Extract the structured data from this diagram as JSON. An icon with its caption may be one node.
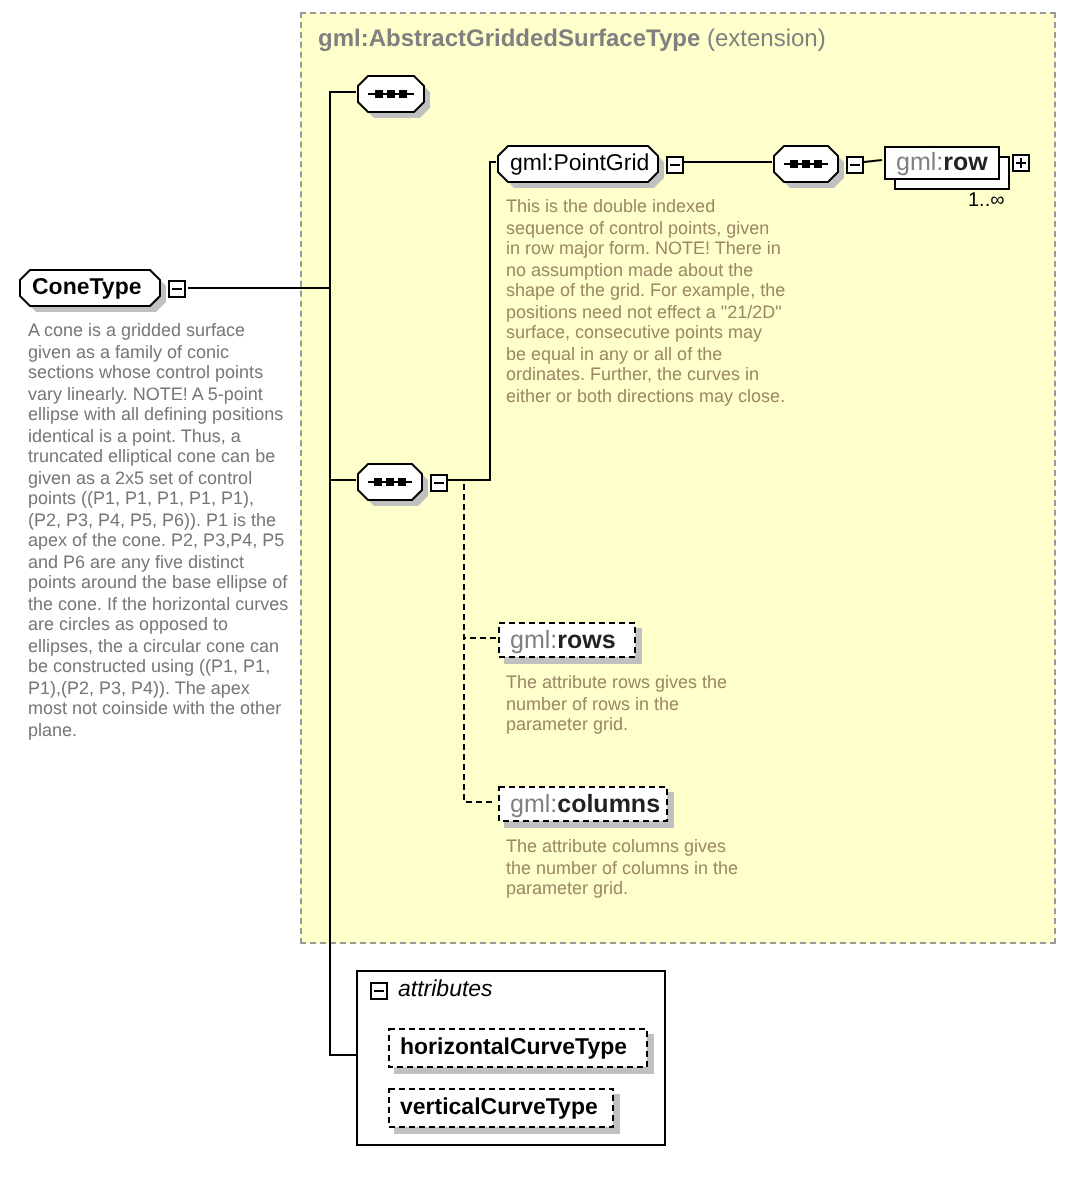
{
  "diagram": {
    "nodes": [
      {
        "text": [
          "ConeType"
        ],
        "beside": [
          "A cone is a gridded surface given as a family of conic sections whose control points vary linearly. NOTE! A 5-point ellipse with all defining positions identical is a point. Thus, a truncated elliptical cone can be given as a 2x5 set of control points ((P1, P1, P1, P1, P1), (P2, P3, P4, P5, P6)). P1 is the apex of the cone. P2, P3,P4, P5 and P6 are any five distinct points around the base ellipse of the cone. If the horizontal curves are circles as opposed to ellipses, the a circular cone can be constructed using ((P1, P1, P1),(P2, P3, P4)). The apex most not coinside with the other plane."
        ]
      },
      {
        "text": [
          "**gml:AbstractGriddedSurfaceType** (extension)"
        ]
      },
      {
        "text": [],
        "shape": "octagon",
        "in": 1
      },
      {
        "text": [],
        "shape": "octagon",
        "in": 1
      },
      {
        "text": [
          "gml:PointGrid"
        ],
        "in": 1,
        "beside": [
          "This is the double indexed sequence of control points, given in row major form. NOTE! There in no assumption made about the shape of the grid. For example, the positions need not effect a \"21/2D\" surface, consecutive points may be equal in any or all of the ordinates. Further, the curves in either or both directions may close."
        ]
      },
      {
        "text": [],
        "shape": "octagon",
        "in": 1
      },
      {
        "text": [
          "gml:**row**"
        ],
        "in": 1,
        "beside": [
          "1..∞"
        ]
      },
      {
        "text": [
          "gml:**rows**"
        ],
        "in": 1,
        "beside": [
          "The attribute rows gives the number of rows in the parameter grid."
        ]
      },
      {
        "text": [
          "gml:**columns**"
        ],
        "in": 1,
        "beside": [
          "The attribute columns gives the number of columns in the parameter grid."
        ]
      },
      {
        "text": [
          "attributes"
        ]
      },
      {
        "text": [
          "horizontalCurveType"
        ],
        "in": 9
      },
      {
        "text": [
          "verticalCurveType"
        ],
        "in": 9
      }
    ],
    "edges": [
      {
        "from": 0,
        "to": 2,
        "arrow": "none"
      },
      {
        "from": 0,
        "to": 3,
        "arrow": "none"
      },
      {
        "from": 0,
        "to": 9,
        "arrow": "none"
      },
      {
        "from": 3,
        "to": 4,
        "arrow": "none"
      },
      {
        "from": 3,
        "to": 7,
        "arrow": "none",
        "style": "dashed"
      },
      {
        "from": 3,
        "to": 8,
        "arrow": "none",
        "style": "dashed"
      },
      {
        "from": 4,
        "to": 5,
        "arrow": "none"
      },
      {
        "from": 5,
        "to": 6,
        "arrow": "none"
      }
    ]
  }
}
